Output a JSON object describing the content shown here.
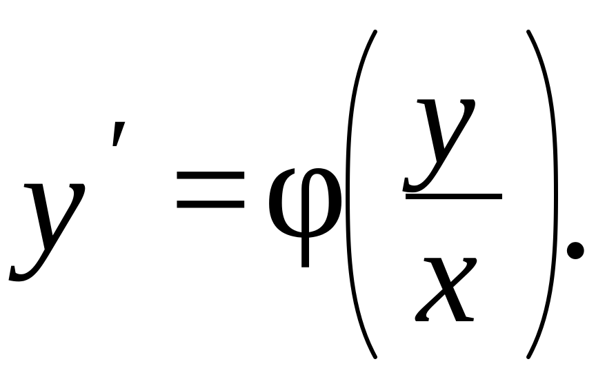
{
  "formula": {
    "lhs_variable": "y",
    "prime": "′",
    "equals": "=",
    "function": "φ",
    "numerator": "y",
    "denominator": "x",
    "terminator": "."
  }
}
